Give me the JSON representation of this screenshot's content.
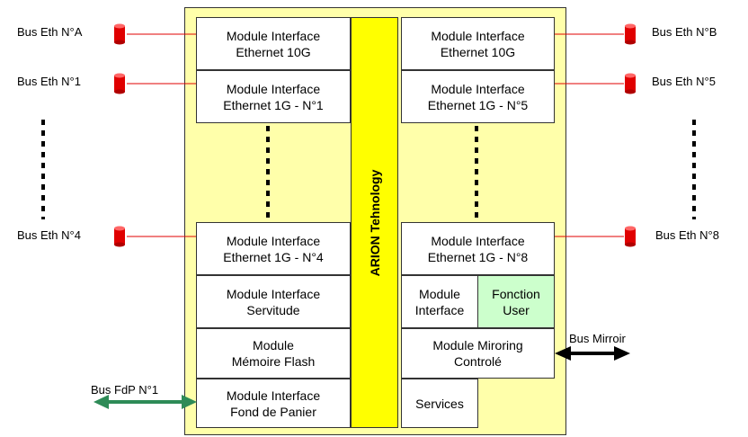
{
  "diagram": {
    "center_bar": "ARION Tehnology",
    "left_modules": [
      "Module Interface\nEthernet 10G",
      "Module Interface\nEthernet 1G - N°1",
      "Module Interface\nEthernet 1G - N°4",
      "Module Interface\nServitude",
      "Module\nMémoire Flash",
      "Module Interface\nFond de Panier"
    ],
    "right_modules": [
      "Module Interface\nEthernet 10G",
      "Module Interface\nEthernet 1G - N°5",
      "Module Interface\nEthernet 1G - N°8",
      "Module\nInterface",
      "Fonction\nUser",
      "Module Miroring\nControlé",
      "Services"
    ],
    "external_buses": {
      "left": [
        "Bus Eth N°A",
        "Bus Eth N°1",
        "Bus Eth N°4"
      ],
      "right": [
        "Bus Eth N°B",
        "Bus Eth N°5",
        "Bus Eth N°8"
      ],
      "fdp": "Bus FdP N°1",
      "mirror": "Bus Mirroir"
    },
    "colors": {
      "chassis": "#ffffaa",
      "center_bar": "#ffff00",
      "fonction_user": "#ccffcc",
      "connector": "#e00000",
      "link_line": "#e00000",
      "fdp_arrow": "#2e8b57",
      "mirror_arrow": "#000000"
    }
  }
}
